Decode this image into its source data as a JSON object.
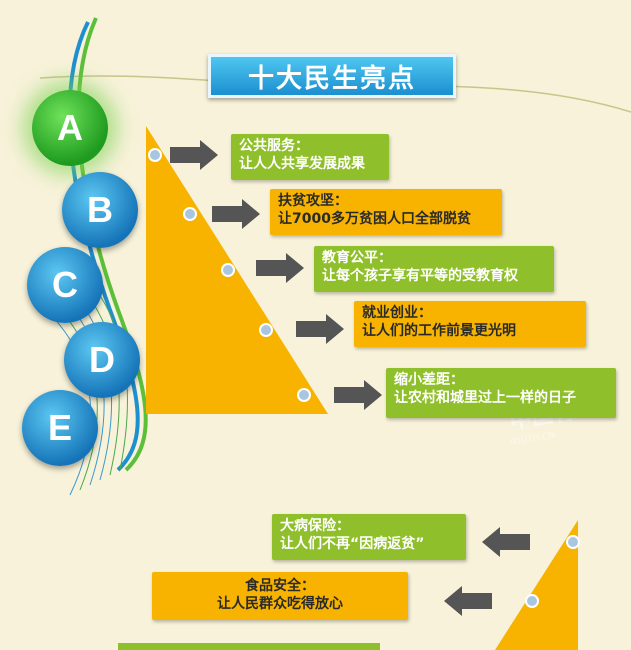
{
  "title": "十大民生亮点",
  "letters": [
    "A",
    "B",
    "C",
    "D",
    "E"
  ],
  "watermark": {
    "top": "中国青",
    "bottom": "YOUTH.CN"
  },
  "callouts": [
    {
      "label": "公共服务：",
      "text": "让人人共享发展成果"
    },
    {
      "label": "扶贫攻坚：",
      "text": "让7000多万贫困人口全部脱贫"
    },
    {
      "label": "教育公平：",
      "text": "让每个孩子享有平等的受教育权"
    },
    {
      "label": "就业创业：",
      "text": "让人们的工作前景更光明"
    },
    {
      "label": "缩小差距：",
      "text": "让农村和城里过上一样的日子"
    },
    {
      "label": "大病保险：",
      "text": "让人们不再“因病返贫”"
    },
    {
      "label": "食品安全：",
      "text": "让人民群众吃得放心"
    }
  ],
  "colors": {
    "background": "#f7f2d9",
    "triangle": "#f7b300",
    "green_box": "#8fbf2a",
    "yellow_box": "#f7b300",
    "arrow": "#555555",
    "circle_blue": "#1b8fd0",
    "circle_green": "#2aa82a"
  }
}
